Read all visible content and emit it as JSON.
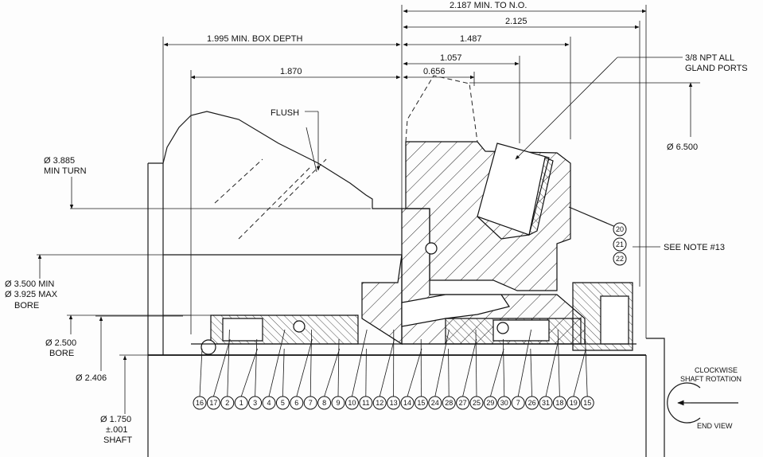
{
  "dimensions": {
    "min_to_no": "2.187 MIN. TO N.O.",
    "d2125": "2.125",
    "box_depth": "1.995 MIN. BOX DEPTH",
    "d1487": "1.487",
    "d1057": "1.057",
    "d1870": "1.870",
    "d0656": "0.656"
  },
  "labels": {
    "flush": "FLUSH",
    "npt_line1": "3/8 NPT ALL",
    "npt_line2": "GLAND PORTS",
    "dia_6500": "Ø 6.500",
    "dia_3885_line1": "Ø 3.885",
    "dia_3885_line2": "MIN TURN",
    "dia_3500_line1": "Ø 3.500 MIN",
    "dia_3500_line2": "Ø 3.925 MAX",
    "dia_3500_line3": "BORE",
    "dia_2500_line1": "Ø 2.500",
    "dia_2500_line2": "BORE",
    "dia_2406": "Ø 2.406",
    "dia_1750_line1": "Ø 1.750",
    "dia_1750_line2": "±.001",
    "dia_1750_line3": "SHAFT",
    "see_note": "SEE NOTE #13",
    "rotation_line1": "CLOCKWISE",
    "rotation_line2": "SHAFT ROTATION",
    "end_view": "END VIEW"
  },
  "side_balloons": [
    "20",
    "21",
    "22"
  ],
  "balloons": [
    "16",
    "17",
    "2",
    "1",
    "3",
    "4",
    "5",
    "6",
    "7",
    "8",
    "9",
    "10",
    "11",
    "12",
    "13",
    "14",
    "15",
    "24",
    "28",
    "27",
    "25",
    "29",
    "30",
    "7",
    "26",
    "31",
    "18",
    "19",
    "15"
  ]
}
